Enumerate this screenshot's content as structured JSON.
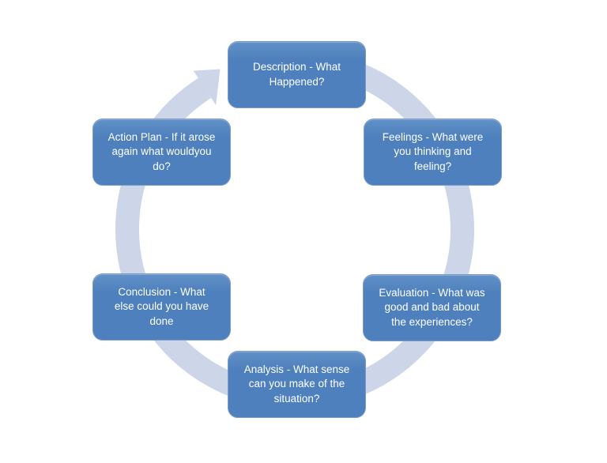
{
  "diagram": {
    "type": "cycle",
    "direction": "clockwise",
    "colors": {
      "box_fill": "#4d80bc",
      "box_fill_light": "#6290c7",
      "box_border": "#7b9cc9",
      "box_text": "#ffffff",
      "arrow_band": "#ccd6e8",
      "page_background": "#ffffff"
    },
    "steps": [
      {
        "id": "description",
        "position": "top",
        "label": "Description - What\nHappened?"
      },
      {
        "id": "feelings",
        "position": "top-right",
        "label": "Feelings - What were\nyou thinking and\nfeeling?"
      },
      {
        "id": "evaluation",
        "position": "bottom-right",
        "label": "Evaluation - What was\ngood and bad about\nthe experiences?"
      },
      {
        "id": "analysis",
        "position": "bottom",
        "label": "Analysis - What sense\ncan you make of the\nsituation?"
      },
      {
        "id": "conclusion",
        "position": "bottom-left",
        "label": "Conclusion - What\nelse could you have\ndone"
      },
      {
        "id": "action_plan",
        "position": "top-left",
        "label": "Action Plan - If it arose\nagain what wouldyou\ndo?"
      }
    ]
  }
}
